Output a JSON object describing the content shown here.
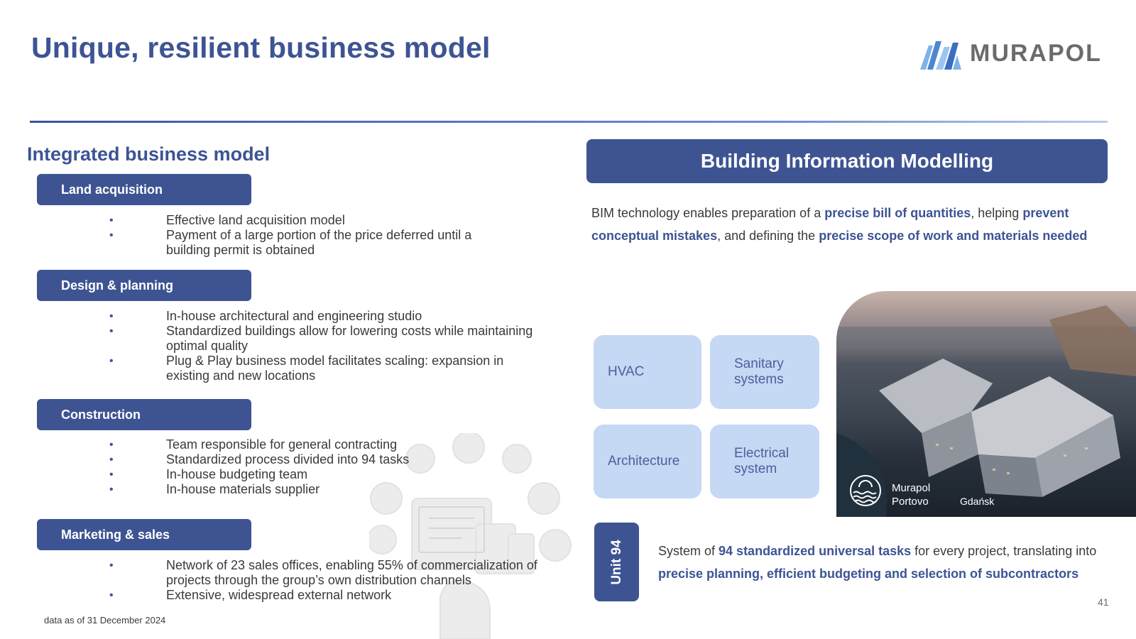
{
  "title": "Unique, resilient business model",
  "logo": {
    "name": "MURAPOL"
  },
  "left": {
    "subtitle": "Integrated business model",
    "sections": [
      {
        "label": "Land acquisition",
        "bullets": [
          "Effective land acquisition model",
          "Payment of a large portion of the price deferred until a building permit is obtained"
        ]
      },
      {
        "label": "Design & planning",
        "bullets": [
          "In-house architectural and engineering studio",
          "Standardized buildings allow for lowering costs while maintaining optimal quality",
          "Plug & Play business model facilitates scaling: expansion in existing and new locations"
        ]
      },
      {
        "label": "Construction",
        "bullets": [
          "Team responsible for general contracting",
          "Standardized process divided into 94 tasks",
          "In-house budgeting team",
          "In-house materials supplier"
        ]
      },
      {
        "label": "Marketing & sales",
        "bullets": [
          "Network of 23 sales offices, enabling 55% of commercialization of projects through the group’s own distribution channels",
          "Extensive, widespread external network"
        ]
      }
    ]
  },
  "bim": {
    "header": "Building Information Modelling",
    "text": {
      "p1": "BIM technology enables preparation of a ",
      "b1": "precise bill of quantities",
      "p2": ", helping ",
      "b2": "prevent conceptual mistakes",
      "p3": ", and defining the ",
      "b3": "precise scope of work and materials needed"
    },
    "tiles": [
      "HVAC",
      "Sanitary systems",
      "Architecture",
      "Electrical system"
    ]
  },
  "photo": {
    "project_line1": "Murapol",
    "project_line2": "Portovo",
    "city": "Gdańsk"
  },
  "unit": {
    "label": "Unit 94",
    "text": {
      "p1": "System of ",
      "b1": "94 standardized universal tasks",
      "p2": " for every project, translating into ",
      "b2": "precise planning, efficient budgeting and selection of subcontractors"
    }
  },
  "page_number": "41",
  "footnote": "data as of 31 December 2024",
  "colors": {
    "brand": "#3e5492",
    "tile": "#c5d8f4",
    "tile_text": "#4b5f9b"
  }
}
